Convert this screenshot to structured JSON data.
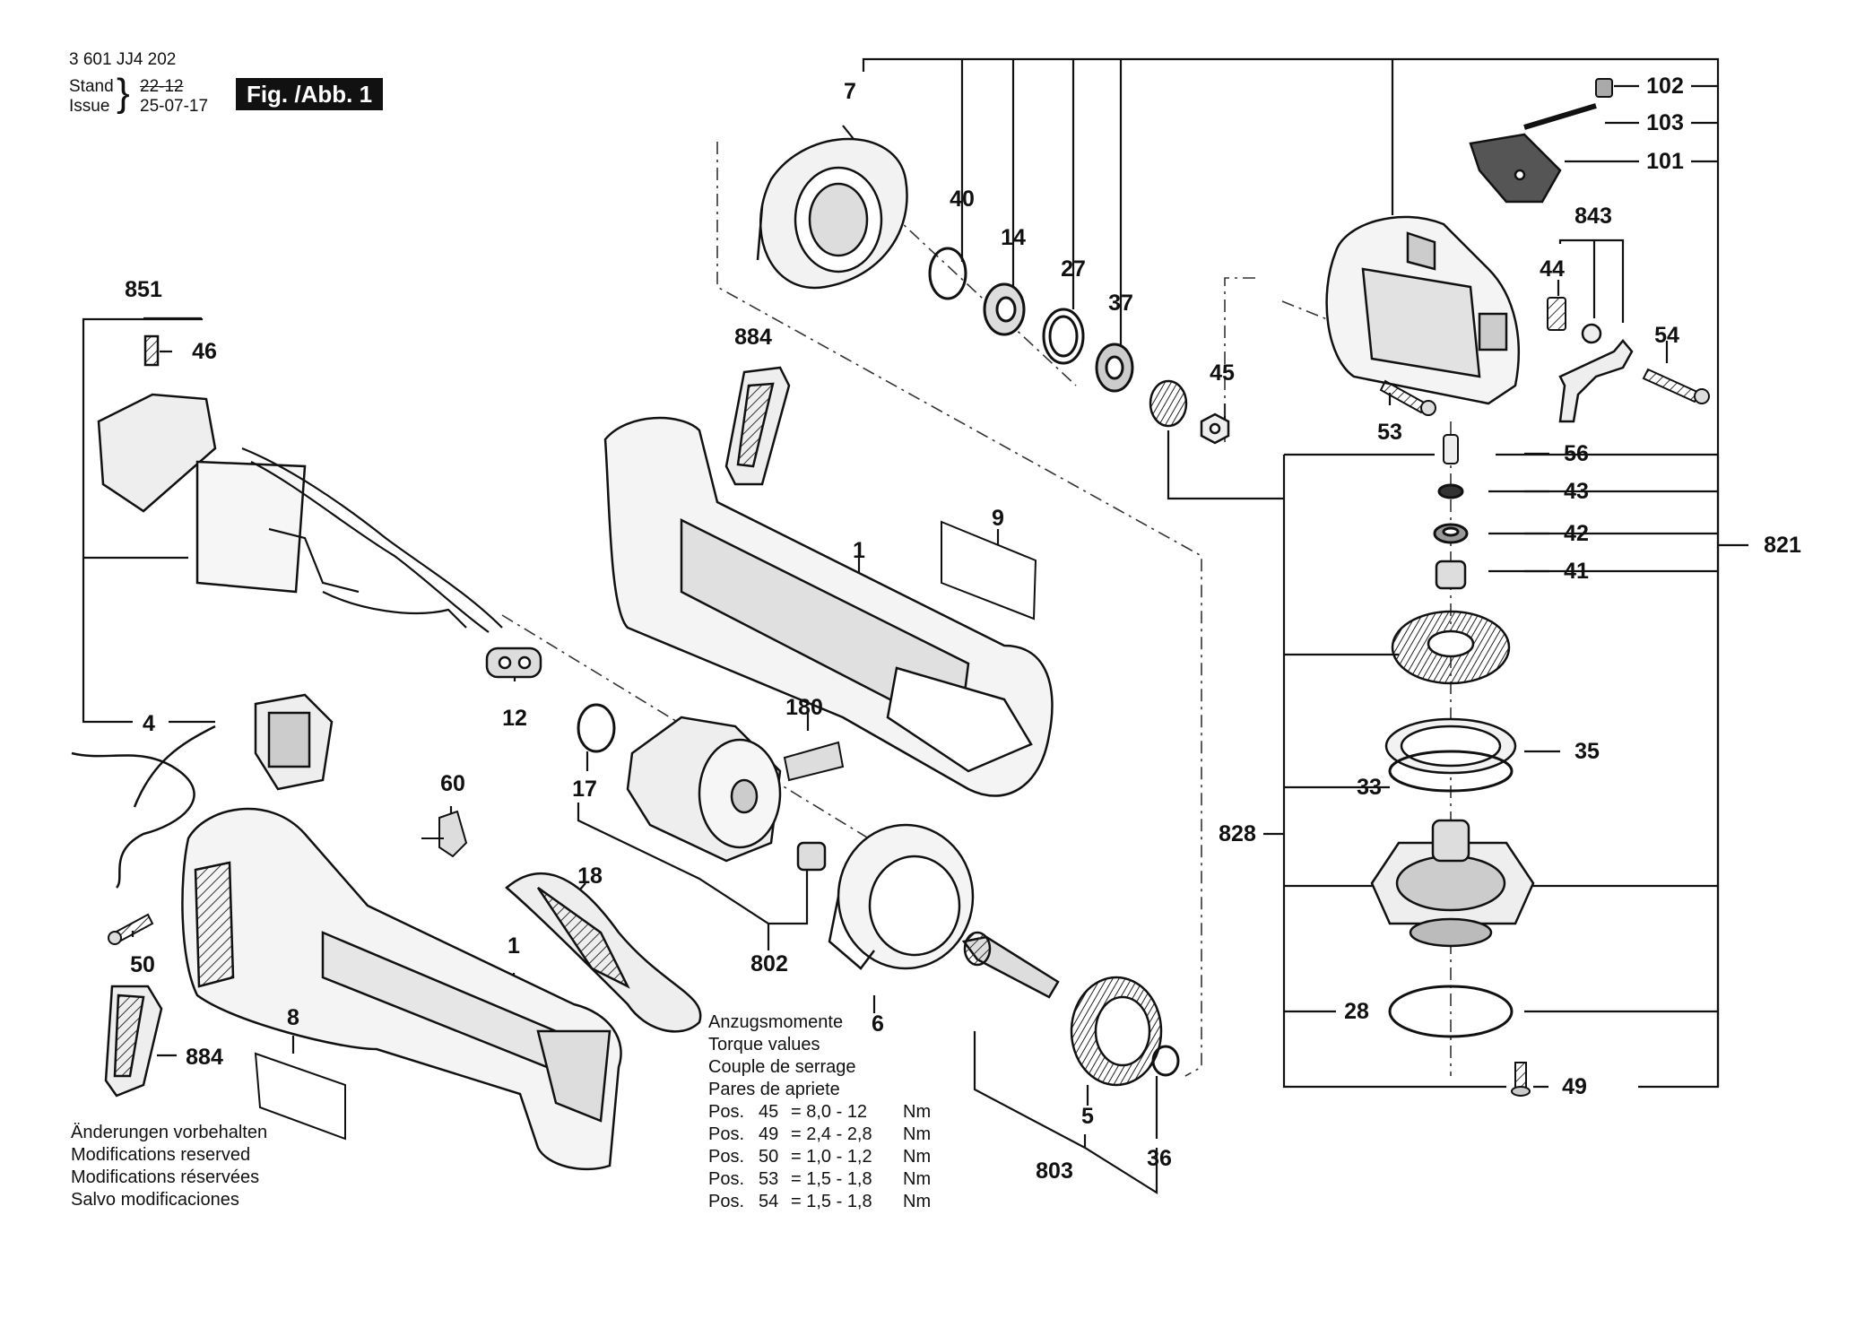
{
  "header": {
    "doc_number": "3 601 JJ4 202",
    "stand_label": "Stand",
    "issue_label": "Issue",
    "stand_value": "22-12",
    "issue_value": "25-07-17",
    "figure_label": "Fig. /Abb. 1"
  },
  "parts": {
    "p1a": "1",
    "p1b": "1",
    "p4": "4",
    "p5": "5",
    "p6": "6",
    "p7": "7",
    "p8": "8",
    "p9": "9",
    "p12": "12",
    "p14": "14",
    "p17": "17",
    "p18": "18",
    "p27": "27",
    "p28": "28",
    "p33": "33",
    "p35": "35",
    "p36": "36",
    "p37": "37",
    "p40": "40",
    "p41": "41",
    "p42": "42",
    "p43": "43",
    "p44": "44",
    "p45": "45",
    "p46": "46",
    "p49": "49",
    "p50": "50",
    "p53": "53",
    "p54": "54",
    "p56": "56",
    "p60": "60",
    "p101": "101",
    "p102": "102",
    "p103": "103",
    "p180": "180",
    "p802": "802",
    "p803": "803",
    "p821": "821",
    "p828": "828",
    "p843": "843",
    "p851": "851",
    "p884a": "884",
    "p884b": "884"
  },
  "torque": {
    "titles": [
      "Anzugsmomente",
      "Torque values",
      "Couple de serrage",
      "Pares de apriete"
    ],
    "rows": [
      {
        "pos": "Pos.",
        "item": "45",
        "value": "= 8,0 - 12",
        "unit": "Nm"
      },
      {
        "pos": "Pos.",
        "item": "49",
        "value": "= 2,4 - 2,8",
        "unit": "Nm"
      },
      {
        "pos": "Pos.",
        "item": "50",
        "value": "= 1,0 - 1,2",
        "unit": "Nm"
      },
      {
        "pos": "Pos.",
        "item": "53",
        "value": "= 1,5 - 1,8",
        "unit": "Nm"
      },
      {
        "pos": "Pos.",
        "item": "54",
        "value": "= 1,5 - 1,8",
        "unit": "Nm"
      }
    ]
  },
  "notes": [
    "Änderungen vorbehalten",
    "Modifications reserved",
    "Modifications réservées",
    "Salvo modificaciones"
  ]
}
